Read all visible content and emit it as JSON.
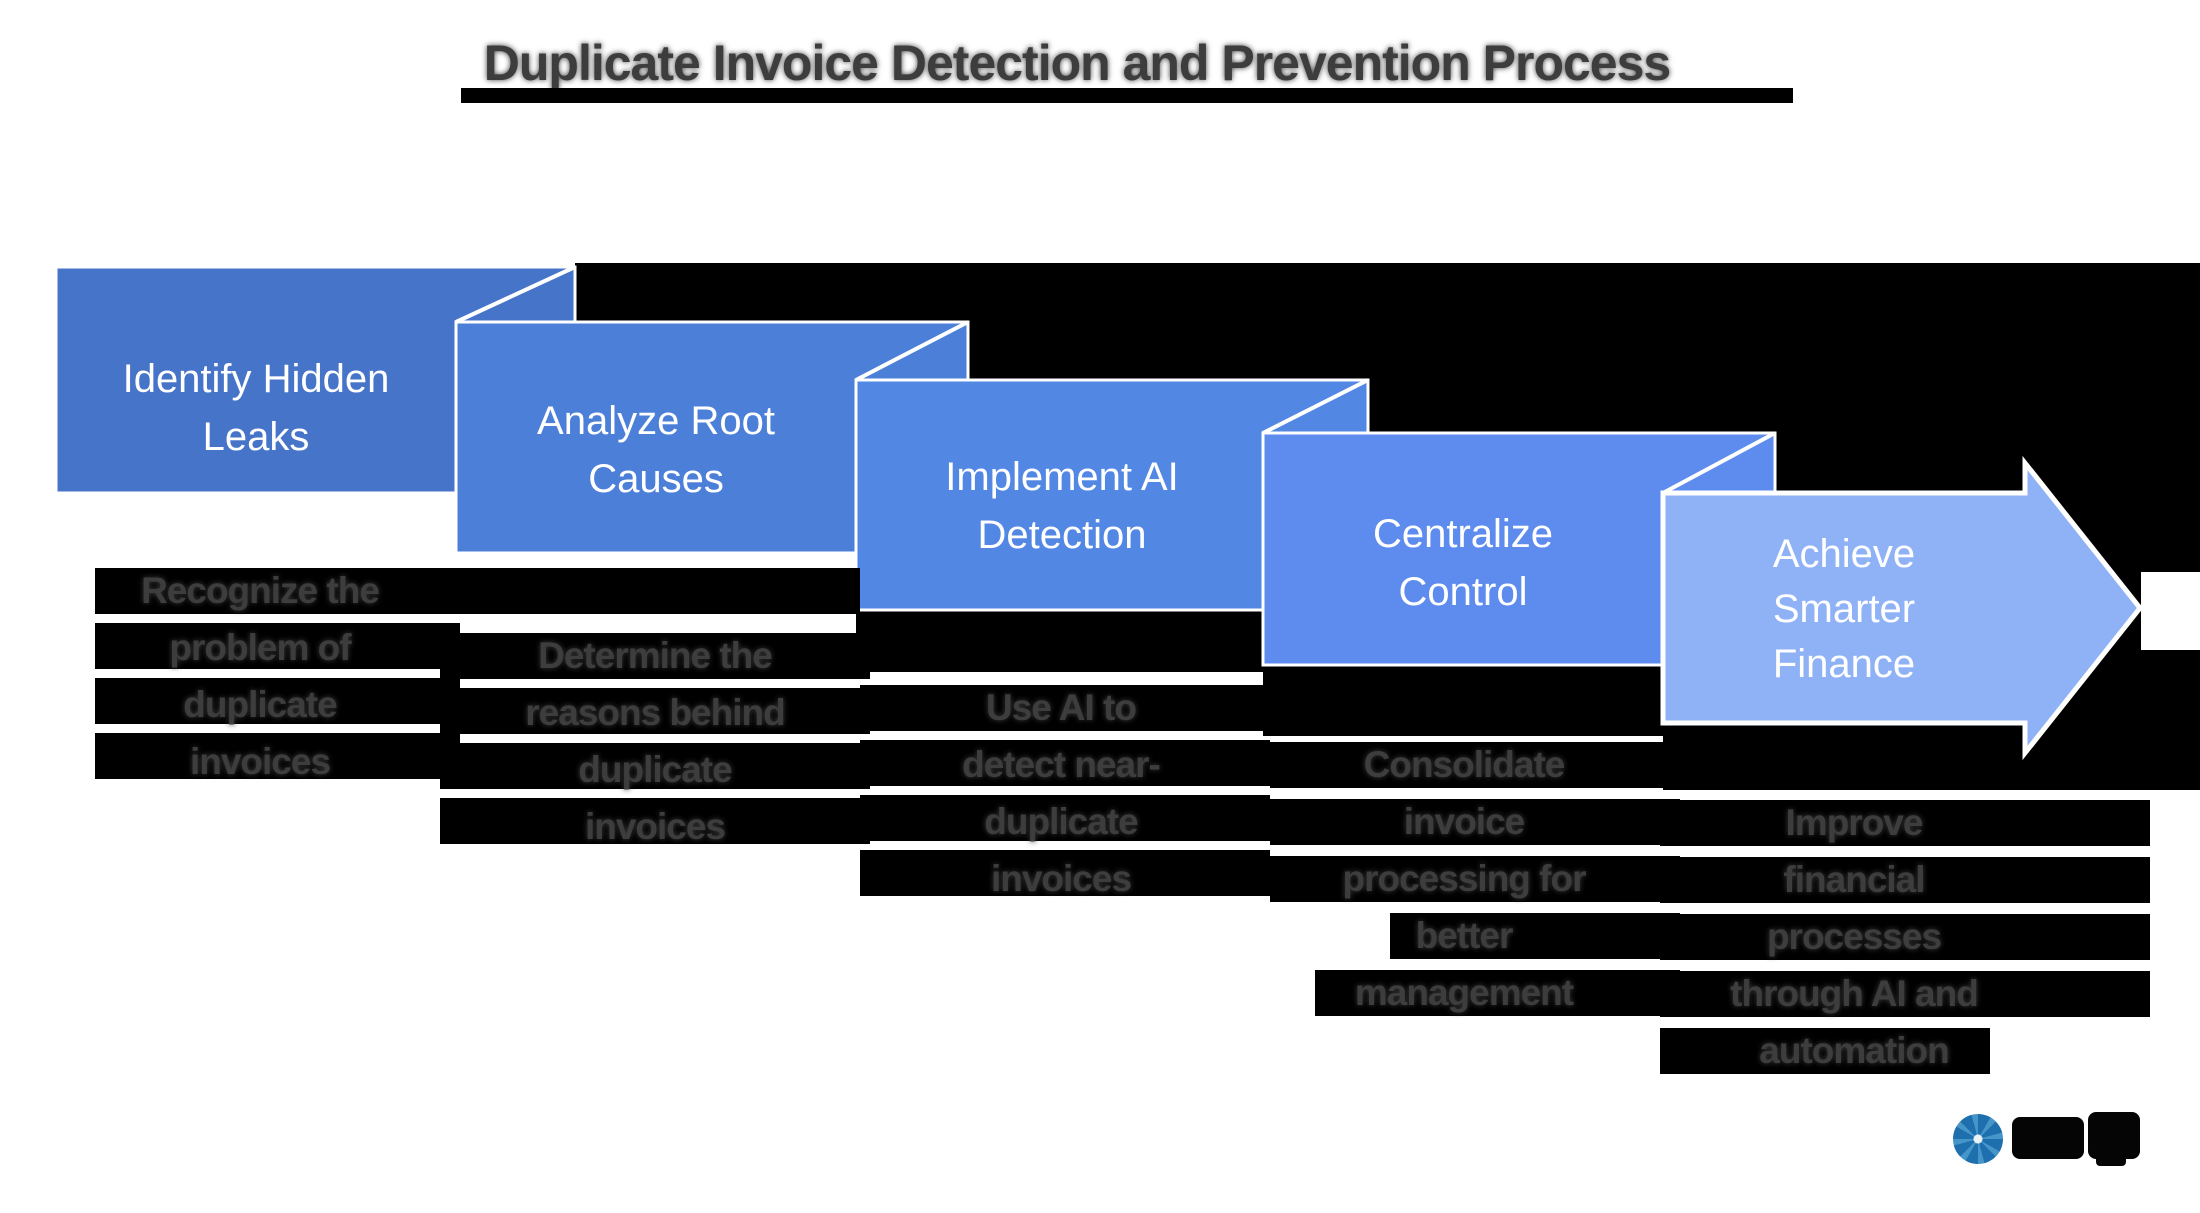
{
  "title": {
    "text": "Duplicate Invoice Detection and Prevention Process"
  },
  "steps": [
    {
      "label": "Identify Hidden\nLeaks",
      "description": "Recognize the\nproblem of\nduplicate\ninvoices",
      "color": "#4674c9"
    },
    {
      "label": "Analyze Root\nCauses",
      "description": "Determine the\nreasons behind\nduplicate\ninvoices",
      "color": "#4c7fd8"
    },
    {
      "label": "Implement AI\nDetection",
      "description": "Use AI to\ndetect near-\nduplicate\ninvoices",
      "color": "#5287e3"
    },
    {
      "label": "Centralize\nControl",
      "description": "Consolidate\ninvoice\nprocessing for\nbetter\nmanagement",
      "color": "#5e8bee"
    },
    {
      "label": "Achieve\nSmarter\nFinance",
      "description": "Improve\nfinancial\nprocesses\nthrough AI and\nautomation",
      "color": "#8fb2f7"
    }
  ],
  "colors": {
    "backdrop": "#000000",
    "outline": "#ffffff",
    "title_text": "#3d3d3d",
    "description_text": "#3d3d3d",
    "logo_blue": "#1e6fad",
    "wordmark_black": "#050505"
  },
  "logo": {
    "icon": "globe-logo-icon"
  }
}
